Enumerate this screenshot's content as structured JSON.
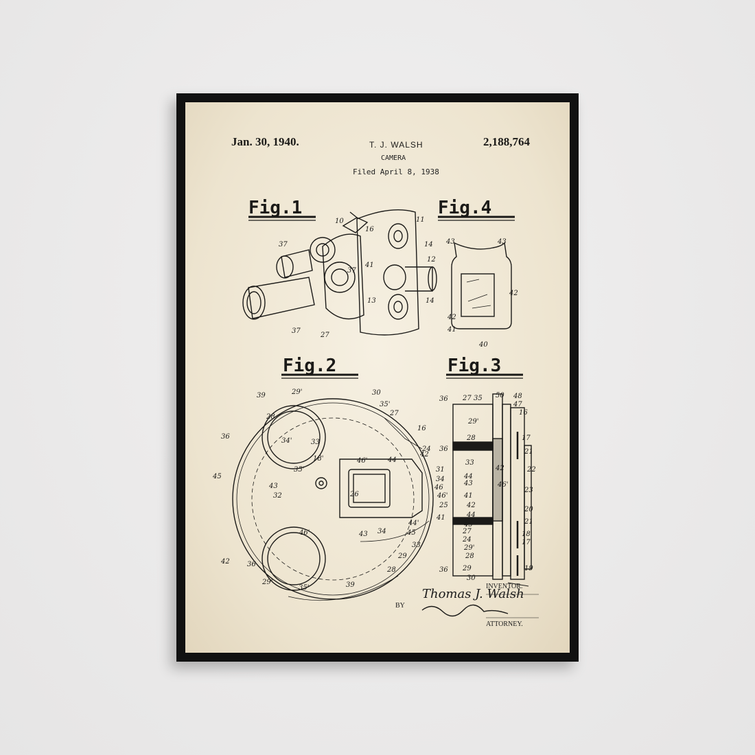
{
  "header": {
    "date": "Jan. 30, 1940.",
    "inventor": "T. J. WALSH",
    "title": "CAMERA",
    "filed": "Filed April 8, 1938",
    "patent_number": "2,188,764"
  },
  "figures": {
    "fig1": "Fig.1",
    "fig2": "Fig.2",
    "fig3": "Fig.3",
    "fig4": "Fig.4"
  },
  "signature": {
    "inventor_name": "Thomas J. Walsh",
    "inventor_label": "INVENTOR.",
    "by_label": "BY",
    "attorney_label": "ATTORNEY."
  },
  "colors": {
    "frame": "#111111",
    "paper": "#f2ead8",
    "ink": "#1b1a18",
    "wall": "#ecebeb"
  },
  "labels": {
    "f1": [
      "10",
      "16",
      "11",
      "37",
      "14",
      "12",
      "37",
      "41",
      "13",
      "14",
      "37",
      "27"
    ],
    "f4": [
      "43",
      "43",
      "42",
      "42",
      "41",
      "40"
    ],
    "f2": [
      "29'",
      "30",
      "39",
      "35'",
      "27",
      "28",
      "16",
      "36",
      "34'",
      "33",
      "24",
      "18'",
      "46'",
      "44",
      "42",
      "45",
      "35'",
      "31",
      "34",
      "43",
      "46",
      "32",
      "46'",
      "26",
      "25",
      "41",
      "43",
      "34",
      "44'",
      "46'",
      "45",
      "33",
      "42",
      "29",
      "36",
      "28",
      "29'",
      "35'",
      "39",
      "28",
      "30"
    ],
    "f3": [
      "36",
      "27",
      "35",
      "50",
      "48",
      "47",
      "16",
      "29'",
      "28",
      "17",
      "36",
      "21",
      "33",
      "42",
      "22",
      "44",
      "43",
      "46'",
      "41",
      "23",
      "42",
      "20",
      "44",
      "45",
      "21",
      "27",
      "18",
      "24",
      "17",
      "29'",
      "28",
      "36",
      "29",
      "19",
      "30"
    ]
  }
}
